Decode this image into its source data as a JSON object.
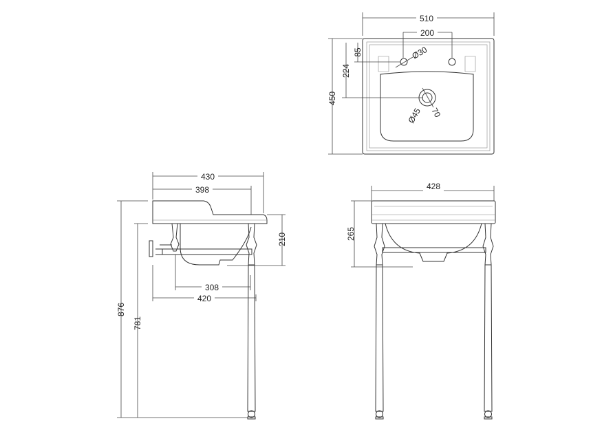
{
  "diagram": {
    "top_view": {
      "width": "510",
      "tap_spacing": "200",
      "depth": "450",
      "waste_offset": "224",
      "tap_offset": "85",
      "tap_hole": "Ø30",
      "waste_hole": "Ø45",
      "waste_outer": "70"
    },
    "side_view": {
      "overall_depth": "430",
      "basin_depth": "398",
      "rail_depth": "308",
      "stand_depth": "420",
      "bowl_height": "210",
      "overall_height": "876",
      "rim_height": "781"
    },
    "front_view": {
      "stand_width": "428",
      "basin_height": "265"
    }
  },
  "colors": {
    "line": "#333333",
    "background": "#ffffff"
  }
}
